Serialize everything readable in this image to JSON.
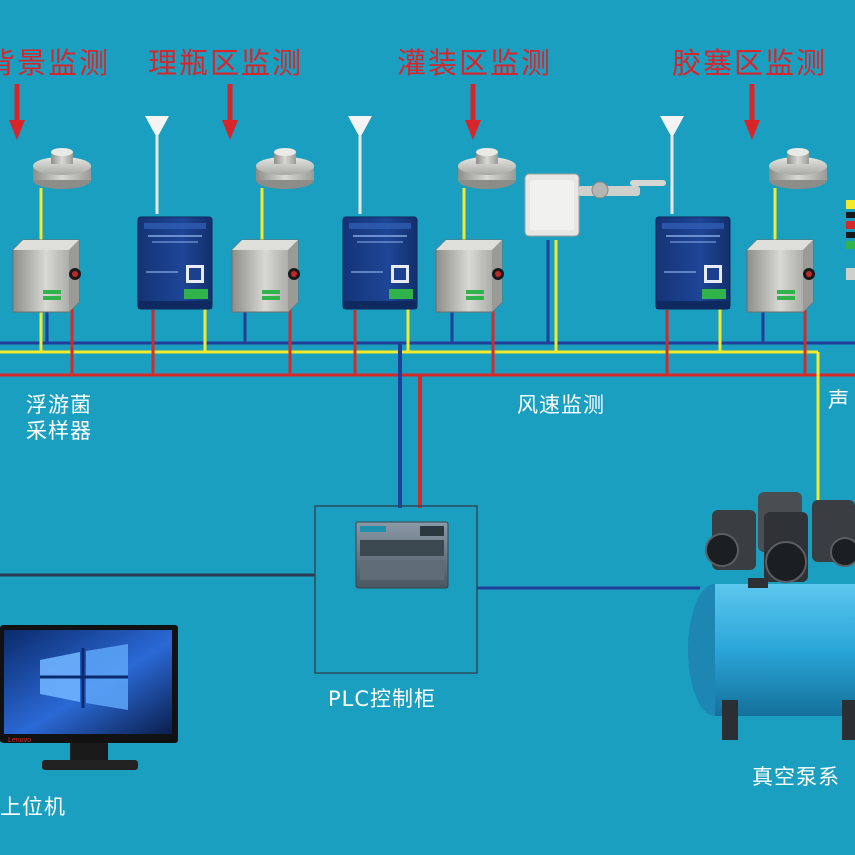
{
  "zones": [
    "背景监测",
    "理瓶区监测",
    "灌装区监测",
    "胶塞区监测"
  ],
  "labels": {
    "sampler_line1": "浮游菌",
    "sampler_line2": "采样器",
    "wind": "风速监测",
    "sound": "声",
    "plc": "PLC控制柜",
    "host": "上位机",
    "vacuum": "真空泵系"
  },
  "colors": {
    "background": "#1a9fc0",
    "zone_text": "#d8252a",
    "arrow": "#d8252a",
    "wire_blue": "#1f3f9a",
    "wire_red": "#d62a2a",
    "wire_yellow": "#f2ea2a",
    "wire_dark": "#2c3a55",
    "module": "#1c3f8e",
    "sampler_body": "#b9b9b6",
    "tank": "#2aa6d8"
  },
  "monitor_brand": "Lenovo"
}
